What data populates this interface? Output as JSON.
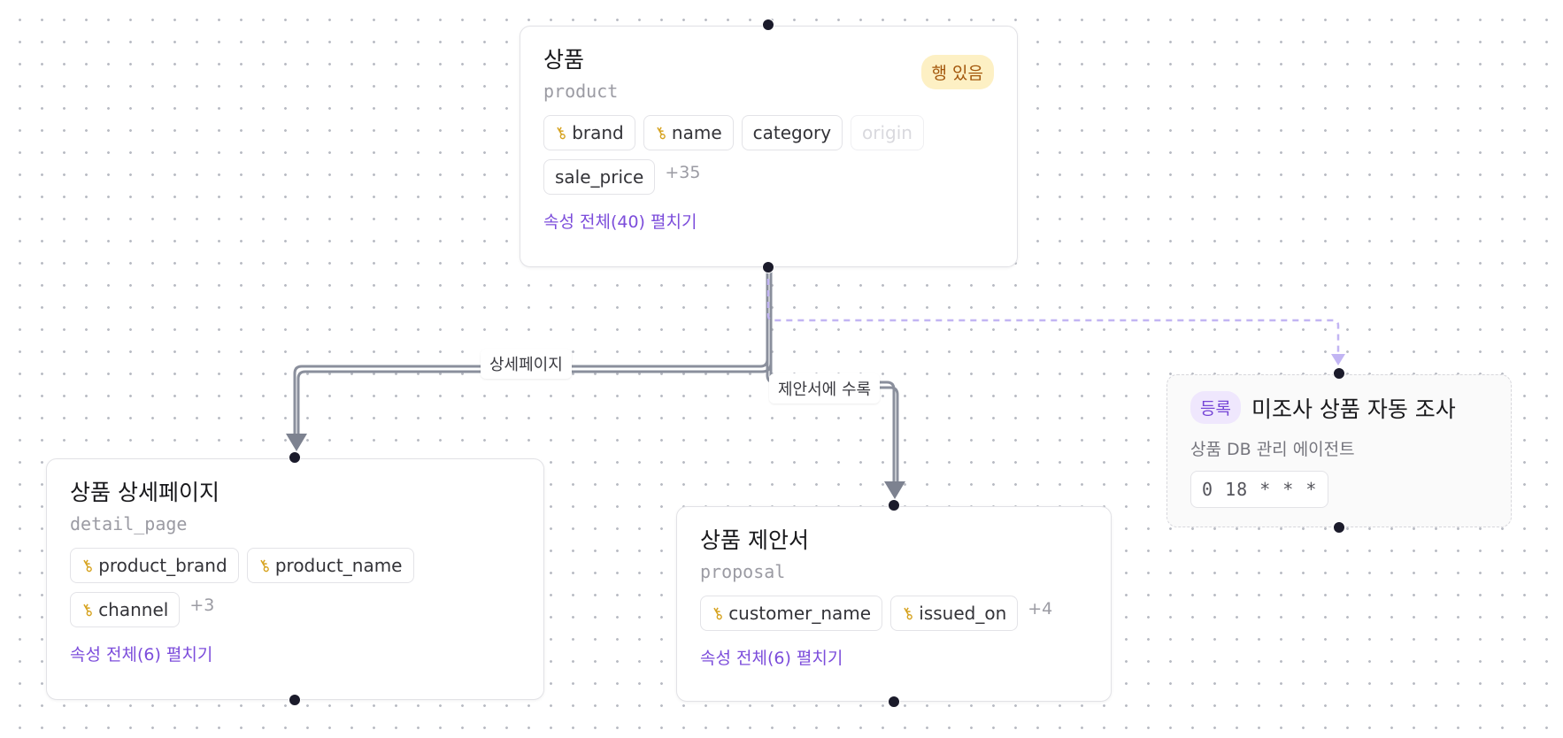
{
  "colors": {
    "edge": "#8a8f9c",
    "edge_dashed": "#c2b5f3",
    "handle": "#1b1b2b",
    "link": "#7c4ddb",
    "badge_bg": "#fdf0c4",
    "badge_text": "#a3570c",
    "register_bg": "#efe7fd",
    "register_text": "#7646d6"
  },
  "nodes": {
    "product": {
      "title": "상품",
      "table": "product",
      "badge": "행 있음",
      "fields": [
        {
          "name": "brand",
          "key": true
        },
        {
          "name": "name",
          "key": true
        },
        {
          "name": "category",
          "key": false
        },
        {
          "name": "origin",
          "key": false,
          "muted": true
        },
        {
          "name": "sale_price",
          "key": false
        }
      ],
      "more": "+35",
      "expand": "속성 전체(40) 펼치기"
    },
    "detail_page": {
      "title": "상품 상세페이지",
      "table": "detail_page",
      "fields": [
        {
          "name": "product_brand",
          "key": true
        },
        {
          "name": "product_name",
          "key": true
        },
        {
          "name": "channel",
          "key": true
        }
      ],
      "more": "+3",
      "expand": "속성 전체(6) 펼치기"
    },
    "proposal": {
      "title": "상품 제안서",
      "table": "proposal",
      "fields": [
        {
          "name": "customer_name",
          "key": true
        },
        {
          "name": "issued_on",
          "key": true
        }
      ],
      "more": "+4",
      "expand": "속성 전체(6) 펼치기"
    },
    "agent": {
      "badge": "등록",
      "title": "미조사 상품 자동 조사",
      "owner": "상품 DB 관리 에이전트",
      "cron": "0 18 * * *"
    }
  },
  "edges": [
    {
      "from": "product",
      "to": "detail_page",
      "label": "상세페이지",
      "style": "solid"
    },
    {
      "from": "product",
      "to": "proposal",
      "label": "제안서에 수록",
      "style": "solid"
    },
    {
      "from": "product",
      "to": "agent",
      "label": "",
      "style": "dashed"
    }
  ],
  "icons": {
    "field_key": "key-icon"
  }
}
